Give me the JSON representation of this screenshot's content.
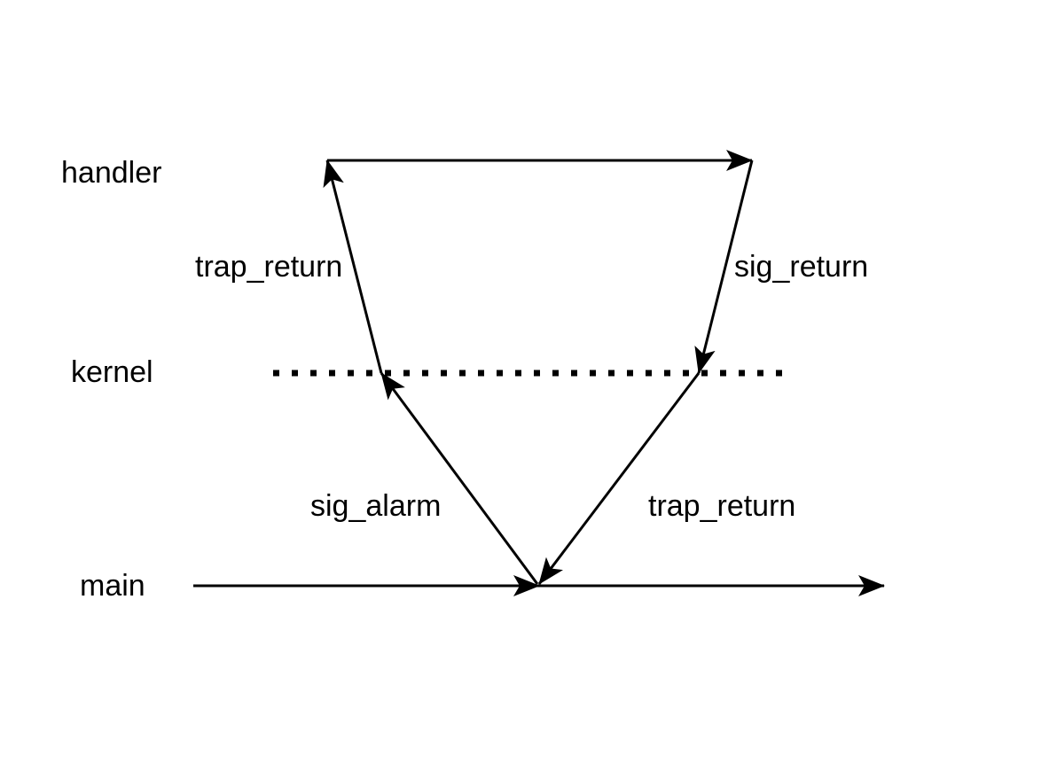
{
  "levels": {
    "handler": "handler",
    "kernel": "kernel",
    "main": "main"
  },
  "transitions": [
    {
      "label": "sig_alarm",
      "from": "main",
      "to": "kernel"
    },
    {
      "label": "trap_return",
      "from": "kernel",
      "to": "handler"
    },
    {
      "label": "sig_return",
      "from": "handler",
      "to": "kernel"
    },
    {
      "label": "trap_return",
      "from": "kernel",
      "to": "main"
    }
  ],
  "colors": {
    "stroke": "#000000",
    "background": "#ffffff"
  }
}
